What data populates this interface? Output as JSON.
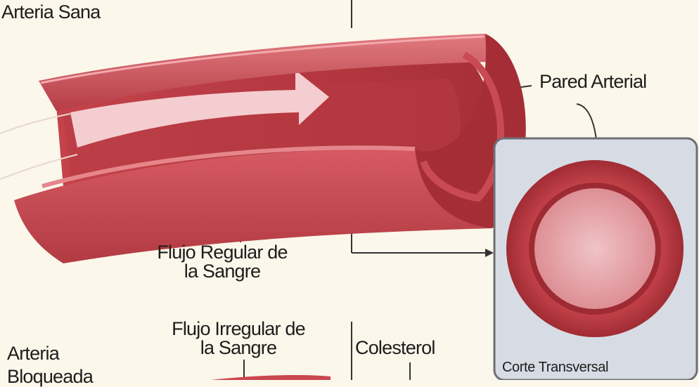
{
  "labels": {
    "healthy_artery": "Arteria Sana",
    "arterial_wall": "Pared Arterial",
    "regular_flow_line1": "Flujo Regular de",
    "regular_flow_line2": "la Sangre",
    "irregular_flow_line1": "Flujo Irregular de",
    "irregular_flow_line2": "la Sangre",
    "blocked_artery_line1": "Arteria",
    "blocked_artery_line2": "Bloqueada",
    "cholesterol": "Colesterol",
    "cross_section": "Corte Transversal"
  },
  "colors": {
    "background": "#fbf7ea",
    "artery_wall": "#c9474f",
    "artery_wall_dark": "#9e2b33",
    "artery_wall_light": "#e1777c",
    "lumen": "#f0b9bd",
    "flow_arrow": "#f6d2d4",
    "inset_panel": "#d9dde6",
    "inset_border": "#6e6e74"
  }
}
